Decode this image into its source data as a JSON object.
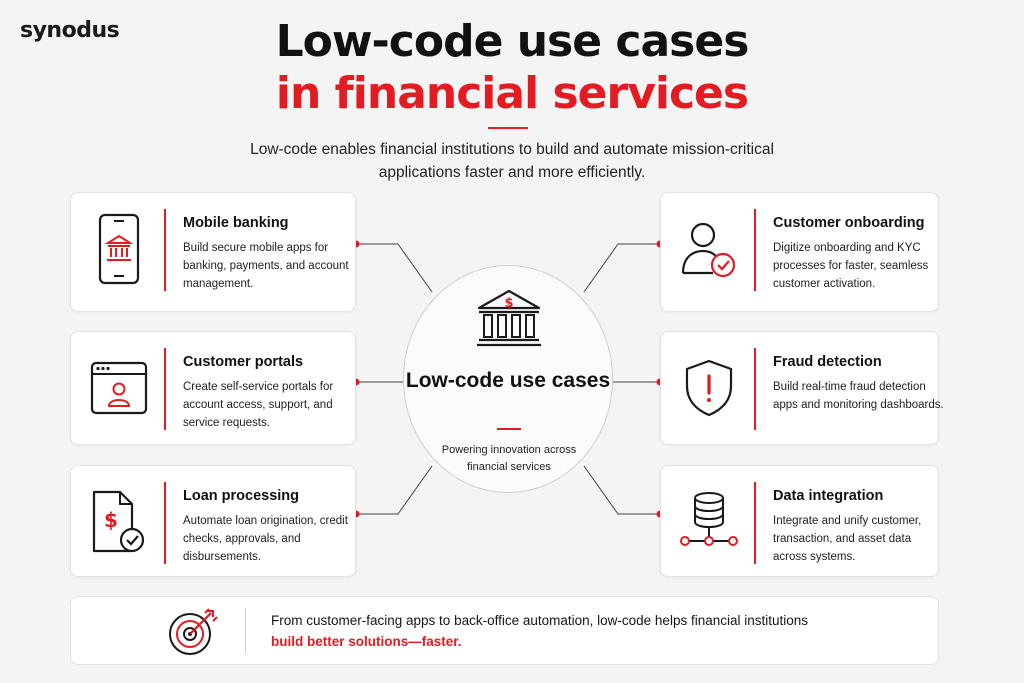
{
  "brand": {
    "logo": "synodus"
  },
  "header": {
    "title_line1": "Low-code use cases",
    "title_line2": "in financial services",
    "subtitle": "Low-code enables financial institutions to build and automate mission-critical applications faster and more efficiently."
  },
  "center": {
    "title": "Low-code use cases",
    "text": "Powering innovation across financial services",
    "icon": "bank-dollar-icon"
  },
  "cards": {
    "mobile_banking": {
      "title": "Mobile banking",
      "text": "Build secure mobile apps for banking, payments, and account management.",
      "icon": "smartphone-bank-icon"
    },
    "customer_portals": {
      "title": "Customer portals",
      "text": "Create self-service portals for account access, support, and service requests.",
      "icon": "browser-user-icon"
    },
    "loan_processing": {
      "title": "Loan processing",
      "text": "Automate loan origination, credit checks, approvals, and disbursements.",
      "icon": "document-dollar-check-icon"
    },
    "customer_onboarding": {
      "title": "Customer onboarding",
      "text": "Digitize onboarding and KYC processes for faster, seamless customer activation.",
      "icon": "user-check-icon"
    },
    "fraud_detection": {
      "title": "Fraud detection",
      "text": "Build real-time fraud detection apps and monitoring dashboards.",
      "icon": "shield-alert-icon"
    },
    "data_integration": {
      "title": "Data integration",
      "text": "Integrate and unify customer, transaction, and asset data across systems.",
      "icon": "database-network-icon"
    }
  },
  "footer": {
    "text_before": "From customer-facing apps to back-office automation, low-code helps financial institutions ",
    "highlight": "build better solutions—faster.",
    "icon": "target-arrow-icon"
  },
  "colors": {
    "accent": "#e31b23",
    "text": "#111111",
    "background": "#f4f4f4"
  }
}
